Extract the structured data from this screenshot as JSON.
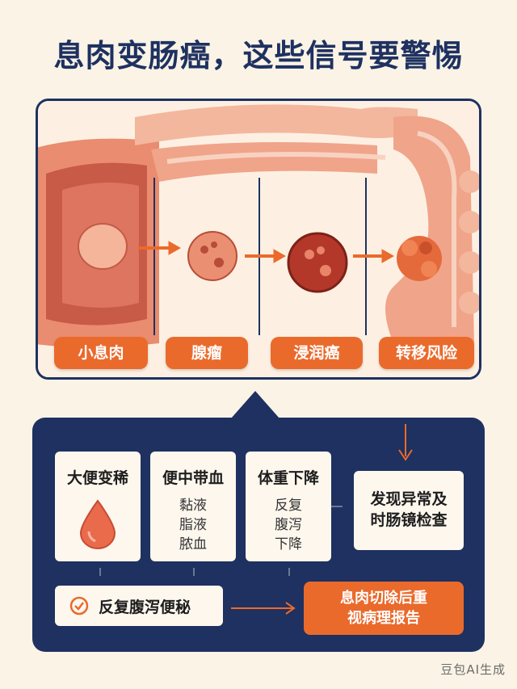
{
  "title": "息肉变肠癌，这些信号要警惕",
  "stages": [
    "小息肉",
    "腺瘤",
    "浸润癌",
    "转移风险"
  ],
  "signals": {
    "card1": {
      "title": "大便变稀",
      "icon": "blood-drop-icon"
    },
    "card2": {
      "title": "便中带血",
      "lines": [
        "黏液",
        "脂液",
        "脓血"
      ]
    },
    "card3": {
      "title": "体重下降",
      "lines": [
        "反复",
        "腹泻",
        "下降"
      ]
    },
    "check": "发现异常及时肠镜检查",
    "check_lines": [
      "发现异常及",
      "时肠镜检查"
    ],
    "symptom": "反复腹泻便秘",
    "report_lines": [
      "息肉切除后重",
      "视病理报告"
    ]
  },
  "watermark": "豆包AI生成",
  "colors": {
    "navy": "#1e3160",
    "orange": "#ea6a2c",
    "cream": "#faf3e6",
    "intestine": "#f0a48a"
  }
}
